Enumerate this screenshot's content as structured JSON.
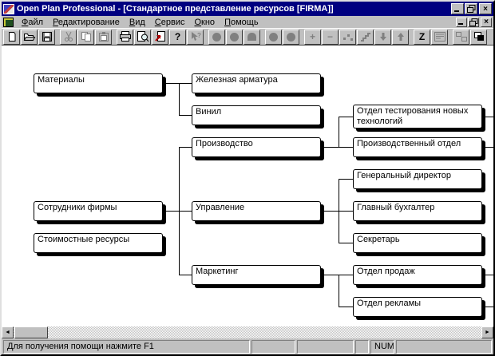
{
  "window": {
    "title": "Open Plan Professional - [Стандартное представление ресурсов [FIRMA]]"
  },
  "glyphs": {
    "close": "×",
    "help": "?",
    "plus": "+",
    "minus": "−",
    "z": "Z",
    "scroll_left": "◄",
    "scroll_right": "►"
  },
  "menu": {
    "items": [
      {
        "label": "Файл"
      },
      {
        "label": "Редактирование"
      },
      {
        "label": "Вид"
      },
      {
        "label": "Сервис"
      },
      {
        "label": "Окно"
      },
      {
        "label": "Помощь"
      }
    ]
  },
  "toolbar": {
    "buttons": [
      {
        "name": "new",
        "icon": "new-document-icon",
        "enabled": true
      },
      {
        "name": "open",
        "icon": "open-folder-icon",
        "enabled": true
      },
      {
        "name": "save",
        "icon": "floppy-disk-icon",
        "enabled": true
      },
      {
        "name": "cut",
        "icon": "scissors-icon",
        "enabled": false
      },
      {
        "name": "copy",
        "icon": "copy-pages-icon",
        "enabled": false
      },
      {
        "name": "paste",
        "icon": "clipboard-icon",
        "enabled": false
      },
      {
        "name": "print",
        "icon": "printer-icon",
        "enabled": true
      },
      {
        "name": "print-preview",
        "icon": "page-magnifier-icon",
        "enabled": true
      },
      {
        "name": "page-arrow",
        "icon": "page-arrow-icon",
        "enabled": true
      },
      {
        "name": "help",
        "icon": "question-mark-icon",
        "enabled": true
      },
      {
        "name": "context-help",
        "icon": "arrow-question-icon",
        "enabled": false
      },
      {
        "name": "shape-circle-1",
        "icon": "circle-icon",
        "enabled": false
      },
      {
        "name": "shape-circle-2",
        "icon": "circle-icon",
        "enabled": false
      },
      {
        "name": "shape-arch",
        "icon": "arch-icon",
        "enabled": false
      },
      {
        "name": "shape-circle-3",
        "icon": "circle-icon",
        "enabled": false
      },
      {
        "name": "shape-circle-4",
        "icon": "circle-icon",
        "enabled": false
      },
      {
        "name": "add",
        "icon": "plus-icon",
        "enabled": false
      },
      {
        "name": "remove",
        "icon": "minus-icon",
        "enabled": false
      },
      {
        "name": "link-nodes",
        "icon": "scatter-dots-icon",
        "enabled": false
      },
      {
        "name": "steps",
        "icon": "steps-icon",
        "enabled": false
      },
      {
        "name": "move-down",
        "icon": "arrow-down-icon",
        "enabled": false
      },
      {
        "name": "move-up",
        "icon": "arrow-up-icon",
        "enabled": false
      },
      {
        "name": "zigzag",
        "icon": "letter-z-icon",
        "enabled": true
      },
      {
        "name": "notes",
        "icon": "lined-page-icon",
        "enabled": false
      },
      {
        "name": "window-tile",
        "icon": "tiled-windows-icon",
        "enabled": false
      },
      {
        "name": "window-cascade",
        "icon": "cascade-windows-icon",
        "enabled": true
      }
    ]
  },
  "tree": {
    "roots": [
      {
        "label": "Материалы",
        "children": [
          {
            "label": "Железная арматура"
          },
          {
            "label": "Винил"
          }
        ]
      },
      {
        "label": "Сотрудники фирмы",
        "children": [
          {
            "label": "Производство",
            "children": [
              {
                "label": "Отдел тестирования новых технологий"
              },
              {
                "label": "Производственный отдел"
              }
            ]
          },
          {
            "label": "Управление",
            "children": [
              {
                "label": "Генеральный директор"
              },
              {
                "label": "Главный бухгалтер"
              },
              {
                "label": "Секретарь"
              }
            ]
          },
          {
            "label": "Маркетинг",
            "children": [
              {
                "label": "Отдел продаж"
              },
              {
                "label": "Отдел рекламы"
              }
            ]
          }
        ]
      },
      {
        "label": "Стоимостные ресурсы"
      }
    ]
  },
  "status_bar": {
    "message": "Для получения помощи нажмите F1",
    "num": "NUM"
  }
}
